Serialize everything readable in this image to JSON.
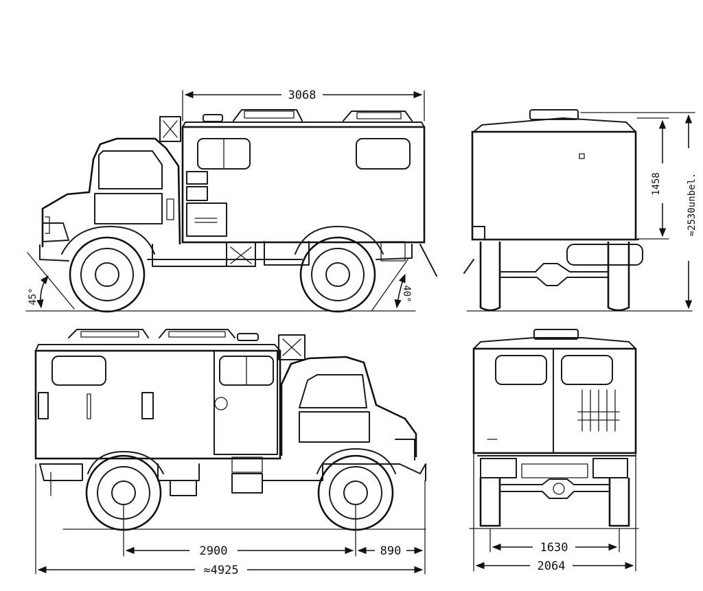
{
  "dimensions": {
    "box_length": "3068",
    "box_height": "1458",
    "overall_height": "≈2530unbel.",
    "approach_angle": "45°",
    "departure_angle": "40°",
    "wheelbase": "2900",
    "front_overhang": "890",
    "overall_length": "≈4925",
    "track_width": "1630",
    "overall_width": "2064"
  }
}
